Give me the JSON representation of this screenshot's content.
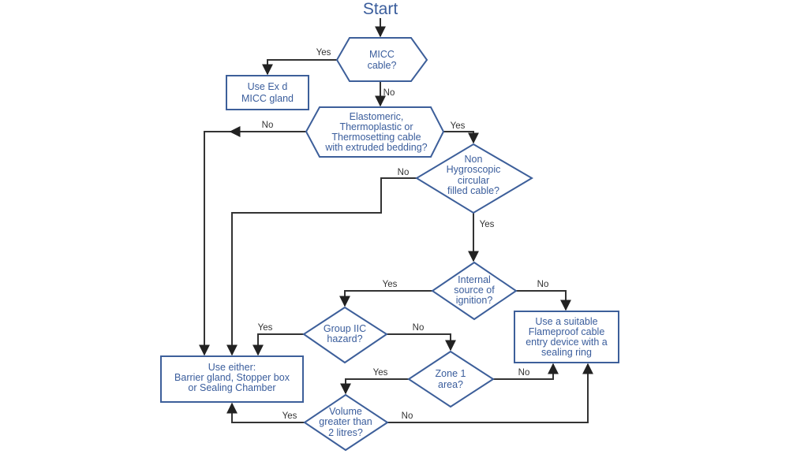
{
  "diagram": {
    "type": "flowchart",
    "start_label": "Start",
    "nodes": {
      "micc": {
        "kind": "decision-hexagon",
        "lines": [
          "MICC",
          "cable?"
        ]
      },
      "use_exd": {
        "kind": "process",
        "lines": [
          "Use Ex d",
          "MICC gland"
        ]
      },
      "elastomeric": {
        "kind": "decision-hexagon",
        "lines": [
          "Elastomeric,",
          "Thermoplastic or",
          "Thermosetting cable",
          "with extruded bedding?"
        ]
      },
      "non_hygroscopic": {
        "kind": "decision",
        "lines": [
          "Non",
          "Hygroscopic",
          "circular",
          "filled cable?"
        ]
      },
      "internal_source": {
        "kind": "decision",
        "lines": [
          "Internal",
          "source of",
          "ignition?"
        ]
      },
      "flameproof": {
        "kind": "process",
        "lines": [
          "Use a suitable",
          "Flameproof cable",
          "entry device with a",
          "sealing ring"
        ]
      },
      "group_iic": {
        "kind": "decision",
        "lines": [
          "Group IIC",
          "hazard?"
        ]
      },
      "zone1": {
        "kind": "decision",
        "lines": [
          "Zone 1",
          "area?"
        ]
      },
      "barrier": {
        "kind": "process",
        "lines": [
          "Use either:",
          "Barrier gland, Stopper box",
          "or Sealing Chamber"
        ]
      },
      "volume": {
        "kind": "decision",
        "lines": [
          "Volume",
          "greater than",
          "2 litres?"
        ]
      }
    },
    "edges": [
      {
        "from": "start",
        "to": "micc",
        "label": ""
      },
      {
        "from": "micc",
        "to": "use_exd",
        "label": "Yes"
      },
      {
        "from": "micc",
        "to": "elastomeric",
        "label": "No"
      },
      {
        "from": "elastomeric",
        "to": "barrier",
        "label": "No"
      },
      {
        "from": "elastomeric",
        "to": "non_hygroscopic",
        "label": "Yes"
      },
      {
        "from": "non_hygroscopic",
        "to": "barrier",
        "label": "No"
      },
      {
        "from": "non_hygroscopic",
        "to": "internal_source",
        "label": "Yes"
      },
      {
        "from": "internal_source",
        "to": "group_iic",
        "label": "Yes"
      },
      {
        "from": "internal_source",
        "to": "flameproof",
        "label": "No"
      },
      {
        "from": "group_iic",
        "to": "barrier",
        "label": "Yes"
      },
      {
        "from": "group_iic",
        "to": "zone1",
        "label": "No"
      },
      {
        "from": "zone1",
        "to": "volume",
        "label": "Yes"
      },
      {
        "from": "zone1",
        "to": "flameproof",
        "label": "No"
      },
      {
        "from": "volume",
        "to": "barrier",
        "label": "Yes"
      },
      {
        "from": "volume",
        "to": "flameproof",
        "label": "No"
      }
    ]
  },
  "colors": {
    "node_stroke": "#3d5f9a",
    "node_text": "#3a5d9c",
    "connector": "#333333",
    "background": "#ffffff"
  }
}
